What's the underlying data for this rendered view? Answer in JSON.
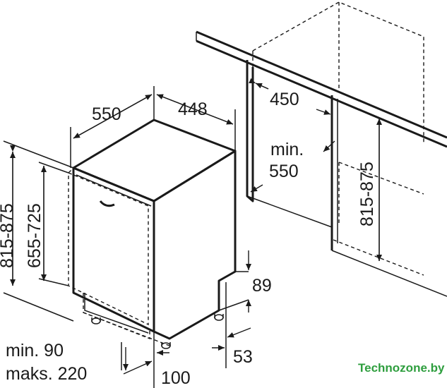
{
  "dimensions": {
    "depth_total": "550",
    "width": "448",
    "niche_depth": "450",
    "niche_depth_min_line1": "min.",
    "niche_depth_min_line2": "550",
    "niche_height": "815-875",
    "height_total": "815-875",
    "height_door": "655-725",
    "plinth_height": "89",
    "plinth_gap": "53",
    "plinth_depth": "100",
    "plinth_min_label": "min. 90",
    "plinth_max_label": "maks. 220"
  },
  "watermark": "Technozone.by"
}
